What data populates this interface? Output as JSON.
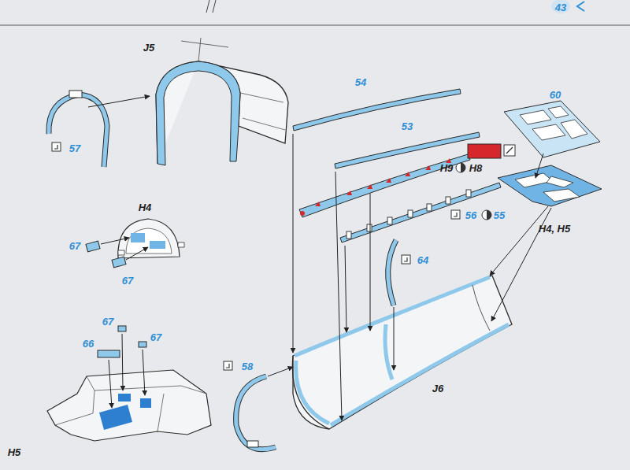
{
  "diagram": {
    "labels": [
      "43",
      "J5",
      "57",
      "54",
      "53",
      "60",
      "H9",
      "H8",
      "56",
      "55",
      "H4, H5",
      "H4",
      "67",
      "67",
      "64",
      "58",
      "67",
      "67",
      "66",
      "J6",
      "H5"
    ]
  }
}
